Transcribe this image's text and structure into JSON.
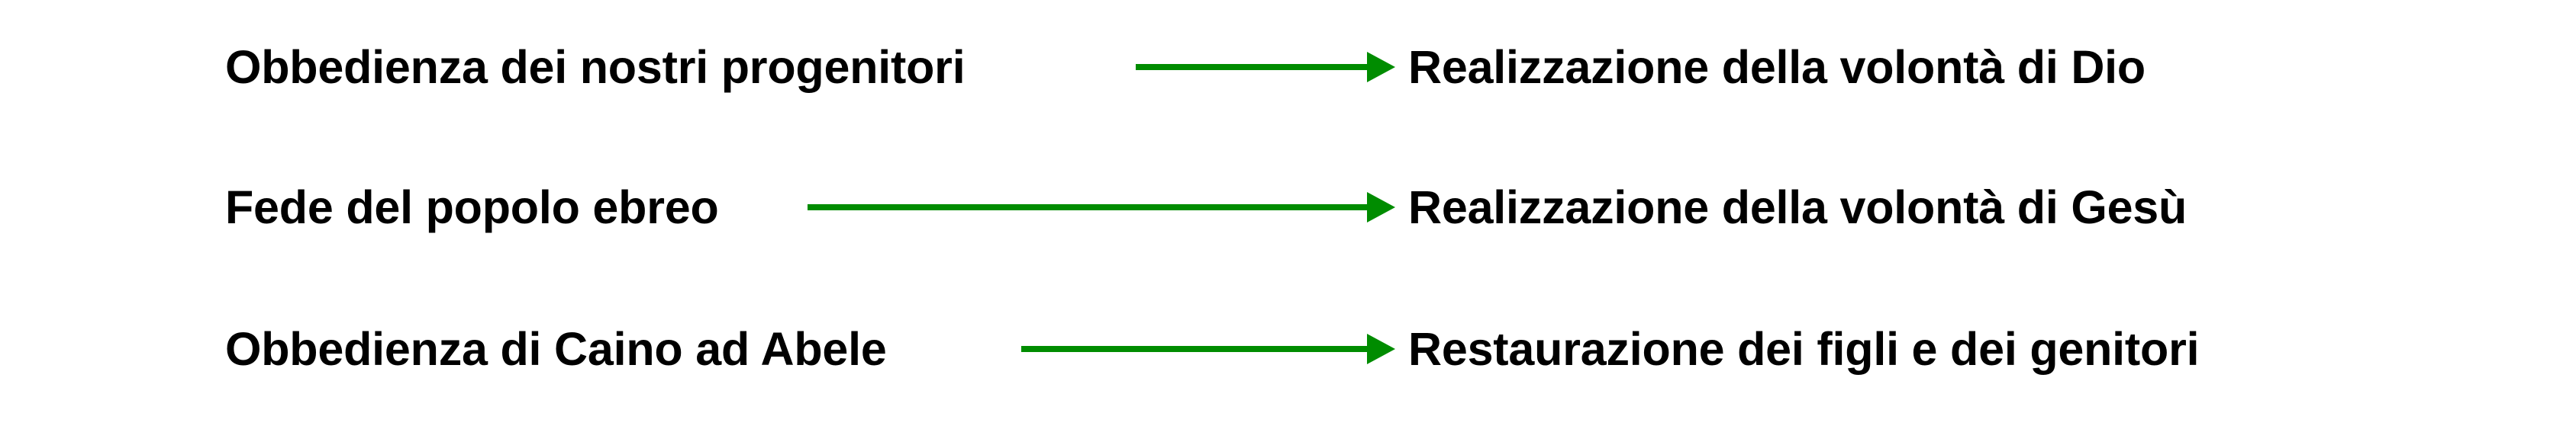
{
  "diagram": {
    "type": "three-row-implication-diagram",
    "language": "it",
    "background_color": "#ffffff",
    "text_color": "#000000",
    "arrow_color": "#008c00",
    "rows": [
      {
        "id": "row-1",
        "source": "Obbedienza dei nostri progenitori",
        "connector": "arrow-right",
        "target": "Realizzazione della volontà di Dio"
      },
      {
        "id": "row-2",
        "source": "Fede del popolo ebreo",
        "connector": "arrow-right",
        "target": "Realizzazione della volontà di Gesù"
      },
      {
        "id": "row-3",
        "source": "Obbedienza di Caino ad Abele",
        "connector": "arrow-right",
        "target": "Restaurazione dei figli e dei genitori"
      }
    ]
  }
}
